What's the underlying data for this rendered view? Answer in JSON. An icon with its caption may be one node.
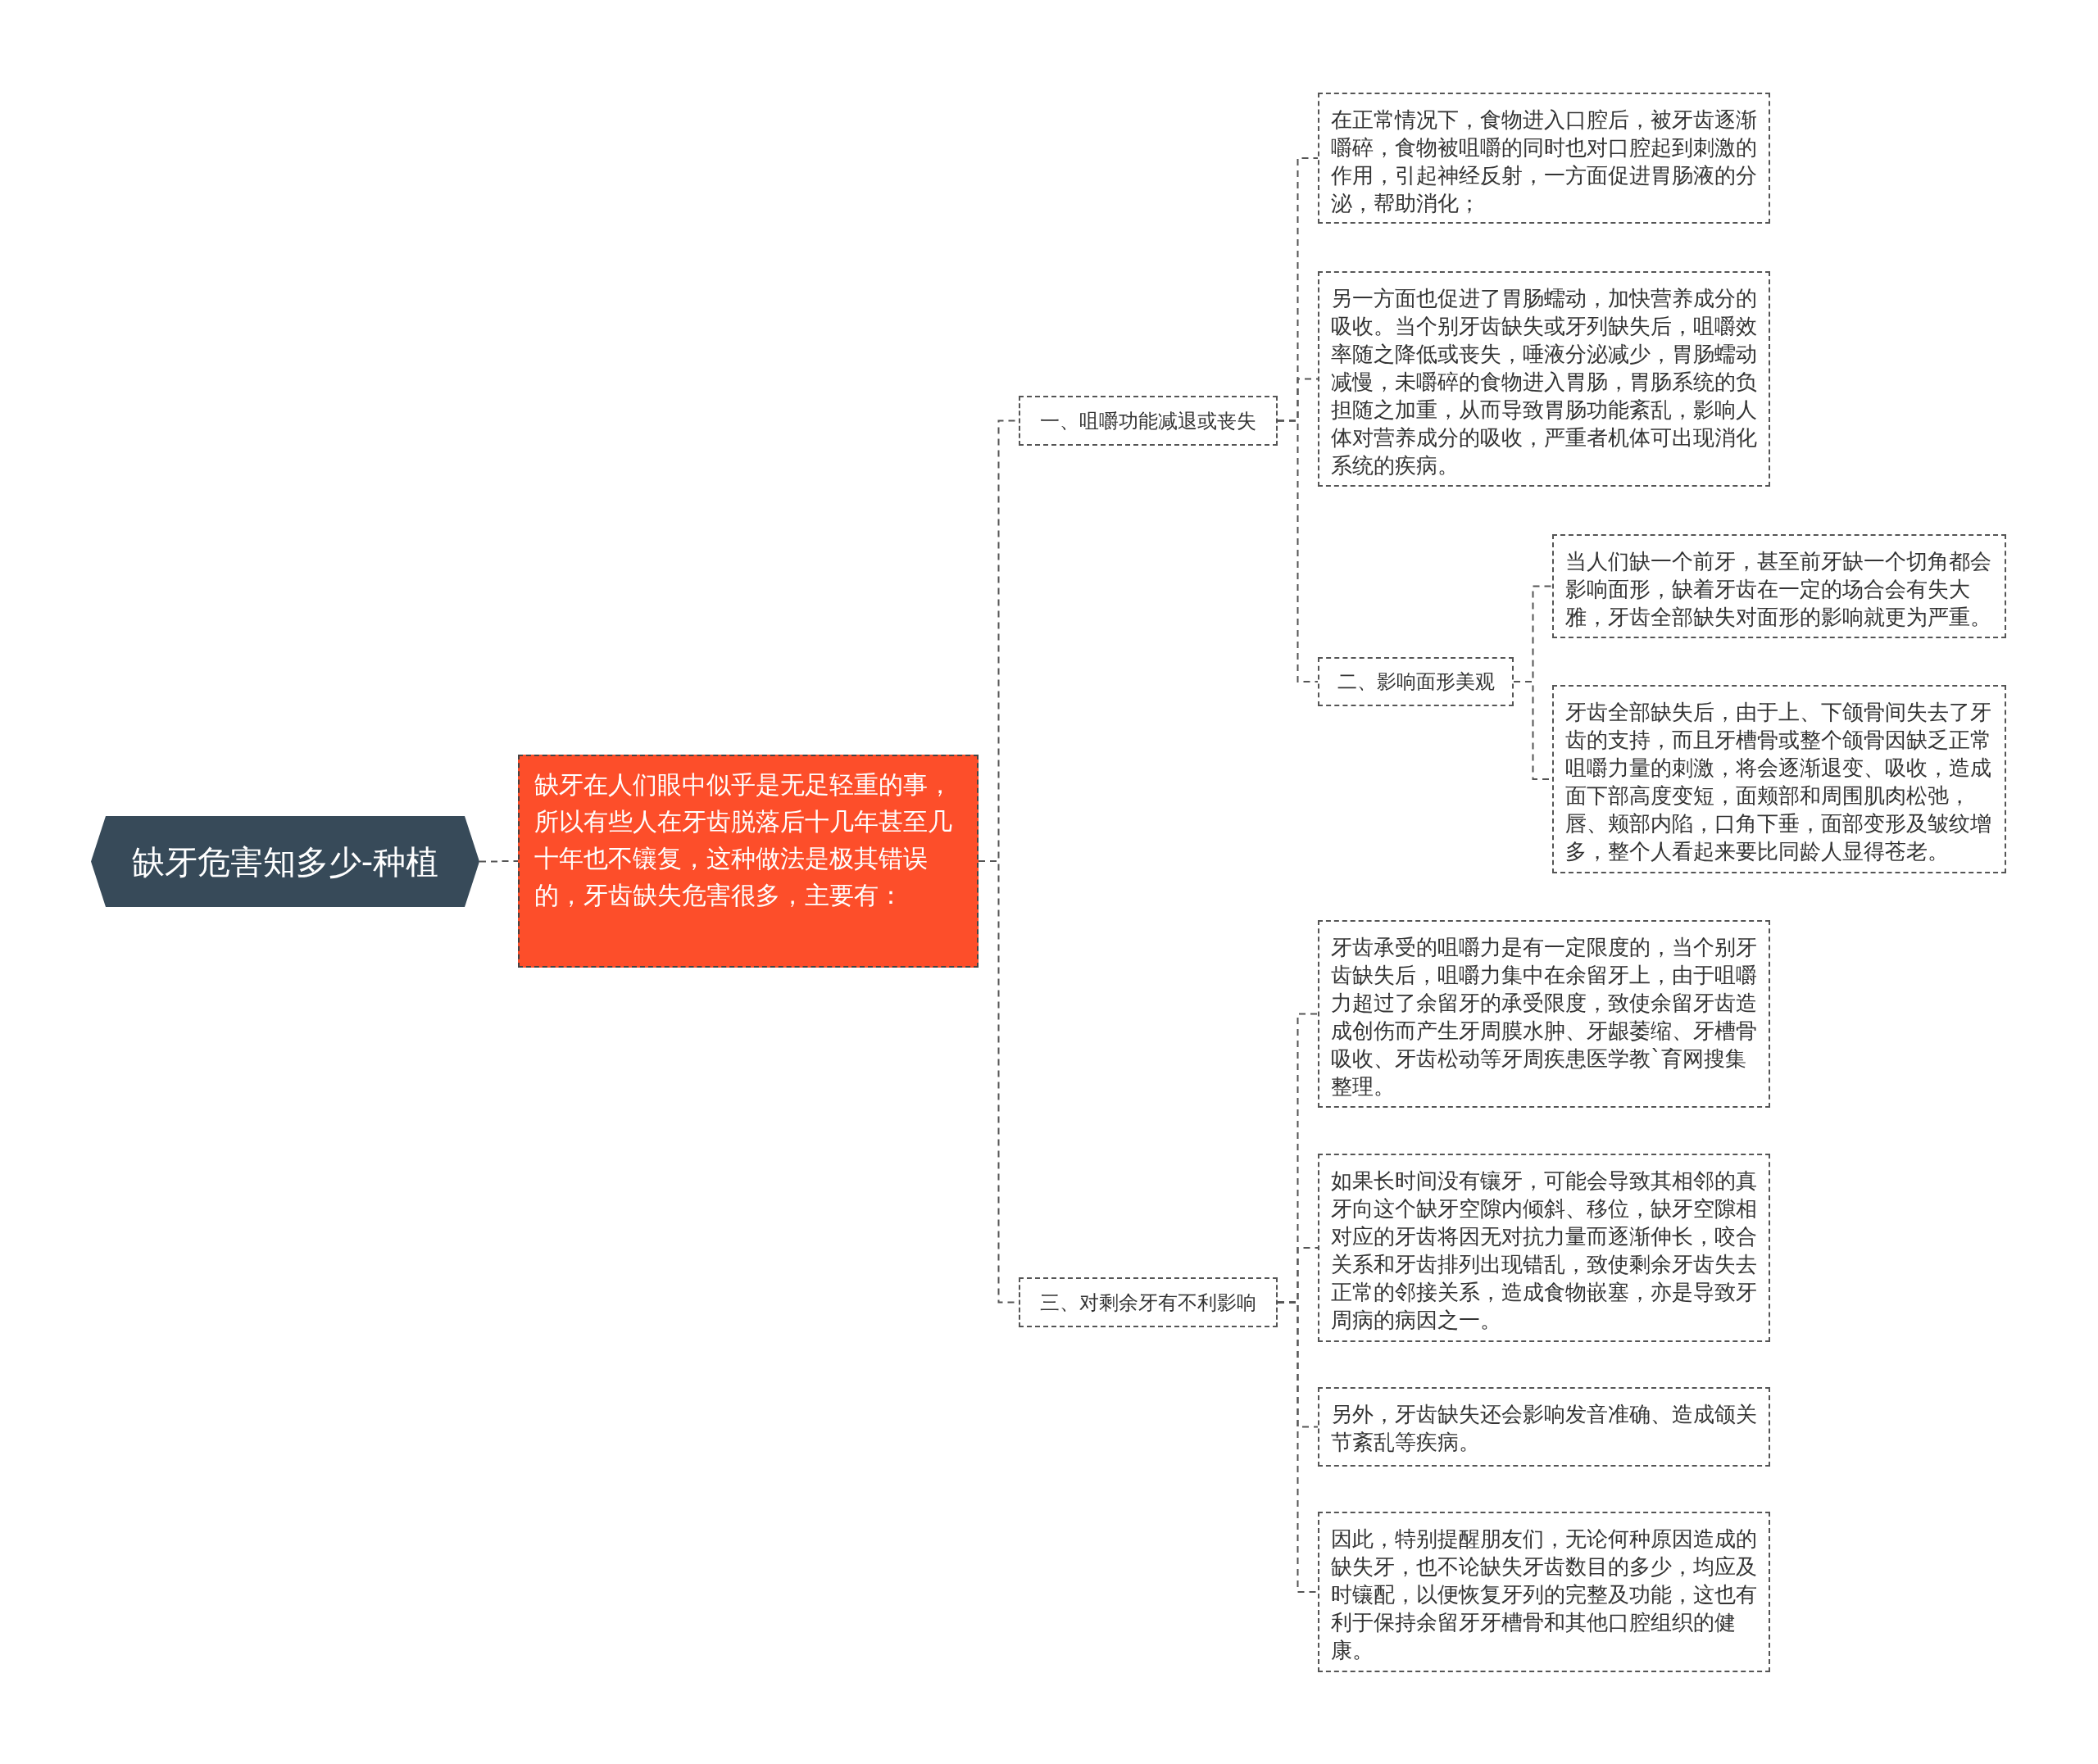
{
  "diagram": {
    "nodes": [
      {
        "text": [
          "缺牙危害知多少-种植"
        ]
      },
      {
        "text": [
          "缺牙在人们眼中似乎是无足轻重的事，所以有些人在牙齿脱落后十几年甚至几十年也不镶复，这种做法是极其错误的，牙齿缺失危害很多，主要有："
        ]
      },
      {
        "text": [
          "一、咀嚼功能减退或丧失"
        ]
      },
      {
        "text": [
          "在正常情况下，食物进入口腔后，被牙齿逐渐嚼碎，食物被咀嚼的同时也对口腔起到刺激的作用，引起神经反射，一方面促进胃肠液的分泌，帮助消化；"
        ]
      },
      {
        "text": [
          "另一方面也促进了胃肠蠕动，加快营养成分的吸收。当个别牙齿缺失或牙列缺失后，咀嚼效率随之降低或丧失，唾液分泌减少，胃肠蠕动减慢，未嚼碎的食物进入胃肠，胃肠系统的负担随之加重，从而导致胃肠功能紊乱，影响人体对营养成分的吸收，严重者机体可出现消化系统的疾病。"
        ]
      },
      {
        "text": [
          "二、影响面形美观"
        ]
      },
      {
        "text": [
          "当人们缺一个前牙，甚至前牙缺一个切角都会影响面形，缺着牙齿在一定的场合会有失大雅，牙齿全部缺失对面形的影响就更为严重。"
        ]
      },
      {
        "text": [
          "牙齿全部缺失后，由于上、下颌骨间失去了牙齿的支持，而且牙槽骨或整个颌骨因缺乏正常咀嚼力量的刺激，将会逐渐退变、吸收，造成面下部高度变短，面颊部和周围肌肉松弛，唇、颊部内陷，口角下垂，面部变形及皱纹增多，整个人看起来要比同龄人显得苍老。"
        ]
      },
      {
        "text": [
          "三、对剩余牙有不利影响"
        ]
      },
      {
        "text": [
          "牙齿承受的咀嚼力是有一定限度的，当个别牙齿缺失后，咀嚼力集中在余留牙上，由于咀嚼力超过了余留牙的承受限度，致使余留牙齿造成创伤而产生牙周膜水肿、牙龈萎缩、牙槽骨吸收、牙齿松动等牙周疾患医学教`育网搜集整理。"
        ]
      },
      {
        "text": [
          "如果长时间没有镶牙，可能会导致其相邻的真牙向这个缺牙空隙内倾斜、移位，缺牙空隙相对应的牙齿将因无对抗力量而逐渐伸长，咬合关系和牙齿排列出现错乱，致使剩余牙齿失去正常的邻接关系，造成食物嵌塞，亦是导致牙周病的病因之一。"
        ]
      },
      {
        "text": [
          "另外，牙齿缺失还会影响发音准确、造成颌关节紊乱等疾病。"
        ]
      },
      {
        "text": [
          "因此，特别提醒朋友们，无论何种原因造成的缺失牙，也不论缺失牙齿数目的多少，均应及时镶配，以便恢复牙列的完整及功能，这也有利于保持余留牙牙槽骨和其他口腔组织的健康。"
        ]
      }
    ],
    "edges": [
      {
        "from": 0,
        "to": 1,
        "arrow": "none",
        "style": "dashed"
      },
      {
        "from": 1,
        "to": 2,
        "arrow": "none",
        "style": "dashed"
      },
      {
        "from": 2,
        "to": 3,
        "arrow": "none",
        "style": "dashed"
      },
      {
        "from": 2,
        "to": 4,
        "arrow": "none",
        "style": "dashed"
      },
      {
        "from": 2,
        "to": 5,
        "arrow": "none",
        "style": "dashed"
      },
      {
        "from": 5,
        "to": 6,
        "arrow": "none",
        "style": "dashed"
      },
      {
        "from": 5,
        "to": 7,
        "arrow": "none",
        "style": "dashed"
      },
      {
        "from": 1,
        "to": 8,
        "arrow": "none",
        "style": "dashed"
      },
      {
        "from": 8,
        "to": 9,
        "arrow": "none",
        "style": "dashed"
      },
      {
        "from": 8,
        "to": 10,
        "arrow": "none",
        "style": "dashed"
      },
      {
        "from": 8,
        "to": 11,
        "arrow": "none",
        "style": "dashed"
      },
      {
        "from": 8,
        "to": 12,
        "arrow": "none",
        "style": "dashed"
      }
    ]
  }
}
